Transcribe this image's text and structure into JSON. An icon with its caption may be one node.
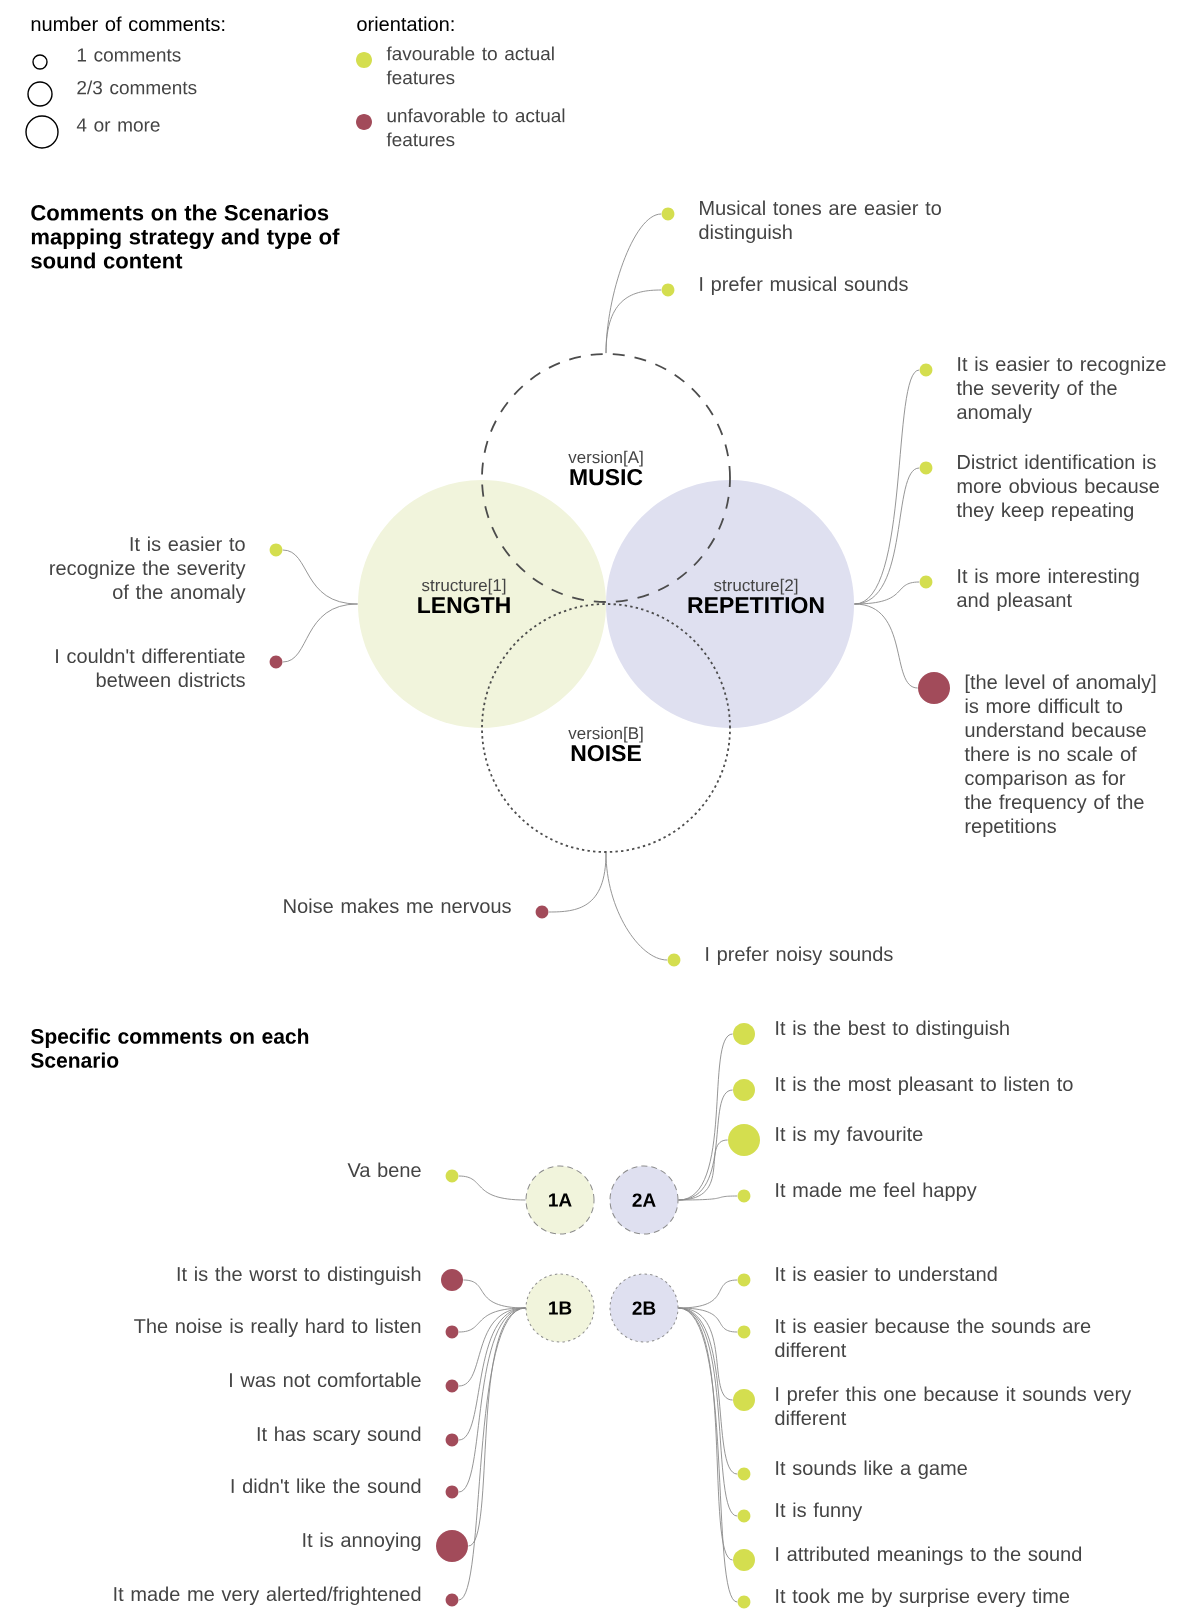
{
  "diagram": {
    "title": "Comments on the Scenarios mapping strategy and type of sound content",
    "nodes": [
      {
        "text": [
          "version[A]",
          "MUSIC"
        ]
      },
      {
        "text": [
          "structure[1]",
          "LENGTH"
        ]
      },
      {
        "text": [
          "structure[2]",
          "REPETITION"
        ]
      },
      {
        "text": [
          "version[B]",
          "NOISE"
        ]
      },
      {
        "text": [],
        "shape": "circle",
        "beside": [
          "Musical tones are easier to distinguish"
        ]
      },
      {
        "text": [],
        "shape": "circle",
        "beside": [
          "I prefer musical sounds"
        ]
      },
      {
        "text": [],
        "shape": "circle",
        "beside": [
          "It is easier to recognize the severity of the anomaly"
        ]
      },
      {
        "text": [],
        "shape": "circle",
        "beside": [
          "I couldn't differentiate between districts"
        ]
      },
      {
        "text": [],
        "shape": "circle",
        "beside": [
          "It is easier to recognize the severity of the anomaly"
        ]
      },
      {
        "text": [],
        "shape": "circle",
        "beside": [
          "District identification is more obvious because they keep repeating"
        ]
      },
      {
        "text": [],
        "shape": "circle",
        "beside": [
          "It is more interesting and pleasant"
        ]
      },
      {
        "text": [],
        "shape": "circle",
        "beside": [
          "[the level of anomaly] is more difficult to understand because there is no scale of comparison as for the frequency of the repetitions"
        ]
      },
      {
        "text": [],
        "shape": "circle",
        "beside": [
          "Noise makes me nervous"
        ]
      },
      {
        "text": [],
        "shape": "circle",
        "beside": [
          "I prefer noisy sounds"
        ]
      },
      {
        "text": [
          "1A"
        ]
      },
      {
        "text": [
          "2A"
        ]
      },
      {
        "text": [
          "1B"
        ]
      },
      {
        "text": [
          "2B"
        ]
      },
      {
        "text": [],
        "shape": "circle",
        "beside": [
          "Va bene"
        ]
      },
      {
        "text": [],
        "shape": "circle",
        "beside": [
          "It is the best to distinguish"
        ]
      },
      {
        "text": [],
        "shape": "circle",
        "beside": [
          "It is the most pleasant to listen to"
        ]
      },
      {
        "text": [],
        "shape": "circle",
        "beside": [
          "It is my favourite"
        ]
      },
      {
        "text": [],
        "shape": "circle",
        "beside": [
          "It made me feel happy"
        ]
      },
      {
        "text": [],
        "shape": "circle",
        "beside": [
          "It is the worst to distinguish"
        ]
      },
      {
        "text": [],
        "shape": "circle",
        "beside": [
          "The noise is really hard to listen"
        ]
      },
      {
        "text": [],
        "shape": "circle",
        "beside": [
          "I was not comfortable"
        ]
      },
      {
        "text": [],
        "shape": "circle",
        "beside": [
          "It has scary sound"
        ]
      },
      {
        "text": [],
        "shape": "circle",
        "beside": [
          "I didn't like the sound"
        ]
      },
      {
        "text": [],
        "shape": "circle",
        "beside": [
          "It is annoying"
        ]
      },
      {
        "text": [],
        "shape": "circle",
        "beside": [
          "It made me very alerted/frightened"
        ]
      },
      {
        "text": [],
        "shape": "circle",
        "beside": [
          "It is easier to understand"
        ]
      },
      {
        "text": [],
        "shape": "circle",
        "beside": [
          "It is easier because the sounds are different"
        ]
      },
      {
        "text": [],
        "shape": "circle",
        "beside": [
          "I prefer this one because it sounds very different"
        ]
      },
      {
        "text": [],
        "shape": "circle",
        "beside": [
          "It sounds like a game"
        ]
      },
      {
        "text": [],
        "shape": "circle",
        "beside": [
          "It is funny"
        ]
      },
      {
        "text": [],
        "shape": "circle",
        "beside": [
          "I attributed meanings to the sound"
        ]
      },
      {
        "text": [],
        "shape": "circle",
        "beside": [
          "It took me by surprise every time"
        ]
      }
    ],
    "edges": [
      {
        "from": 0,
        "to": 4,
        "arrow": "none"
      },
      {
        "from": 0,
        "to": 5,
        "arrow": "none"
      },
      {
        "from": 1,
        "to": 6,
        "arrow": "none"
      },
      {
        "from": 1,
        "to": 7,
        "arrow": "none"
      },
      {
        "from": 2,
        "to": 8,
        "arrow": "none"
      },
      {
        "from": 2,
        "to": 9,
        "arrow": "none"
      },
      {
        "from": 2,
        "to": 10,
        "arrow": "none"
      },
      {
        "from": 2,
        "to": 11,
        "arrow": "none"
      },
      {
        "from": 3,
        "to": 12,
        "arrow": "none"
      },
      {
        "from": 3,
        "to": 13,
        "arrow": "none"
      },
      {
        "from": 14,
        "to": 18,
        "arrow": "none"
      },
      {
        "from": 15,
        "to": 19,
        "arrow": "none"
      },
      {
        "from": 15,
        "to": 20,
        "arrow": "none"
      },
      {
        "from": 15,
        "to": 21,
        "arrow": "none"
      },
      {
        "from": 15,
        "to": 22,
        "arrow": "none"
      },
      {
        "from": 16,
        "to": 23,
        "arrow": "none"
      },
      {
        "from": 16,
        "to": 24,
        "arrow": "none"
      },
      {
        "from": 16,
        "to": 25,
        "arrow": "none"
      },
      {
        "from": 16,
        "to": 26,
        "arrow": "none"
      },
      {
        "from": 16,
        "to": 27,
        "arrow": "none"
      },
      {
        "from": 16,
        "to": 28,
        "arrow": "none"
      },
      {
        "from": 16,
        "to": 29,
        "arrow": "none"
      },
      {
        "from": 17,
        "to": 30,
        "arrow": "none"
      },
      {
        "from": 17,
        "to": 31,
        "arrow": "none"
      },
      {
        "from": 17,
        "to": 32,
        "arrow": "none"
      },
      {
        "from": 17,
        "to": 33,
        "arrow": "none"
      },
      {
        "from": 17,
        "to": 34,
        "arrow": "none"
      },
      {
        "from": 17,
        "to": 35,
        "arrow": "none"
      },
      {
        "from": 17,
        "to": 36,
        "arrow": "none"
      }
    ],
    "labels": [
      "number of comments:",
      "orientation:",
      "Specific comments on each Scenario"
    ],
    "legend": [
      {
        "text": "1 comments"
      },
      {
        "text": "2/3 comments"
      },
      {
        "text": "4 or more"
      },
      {
        "text": "favourable to actual features",
        "color": "#d4de4f"
      },
      {
        "text": "unfavorable to actual features",
        "color": "#a24b5a"
      }
    ]
  }
}
